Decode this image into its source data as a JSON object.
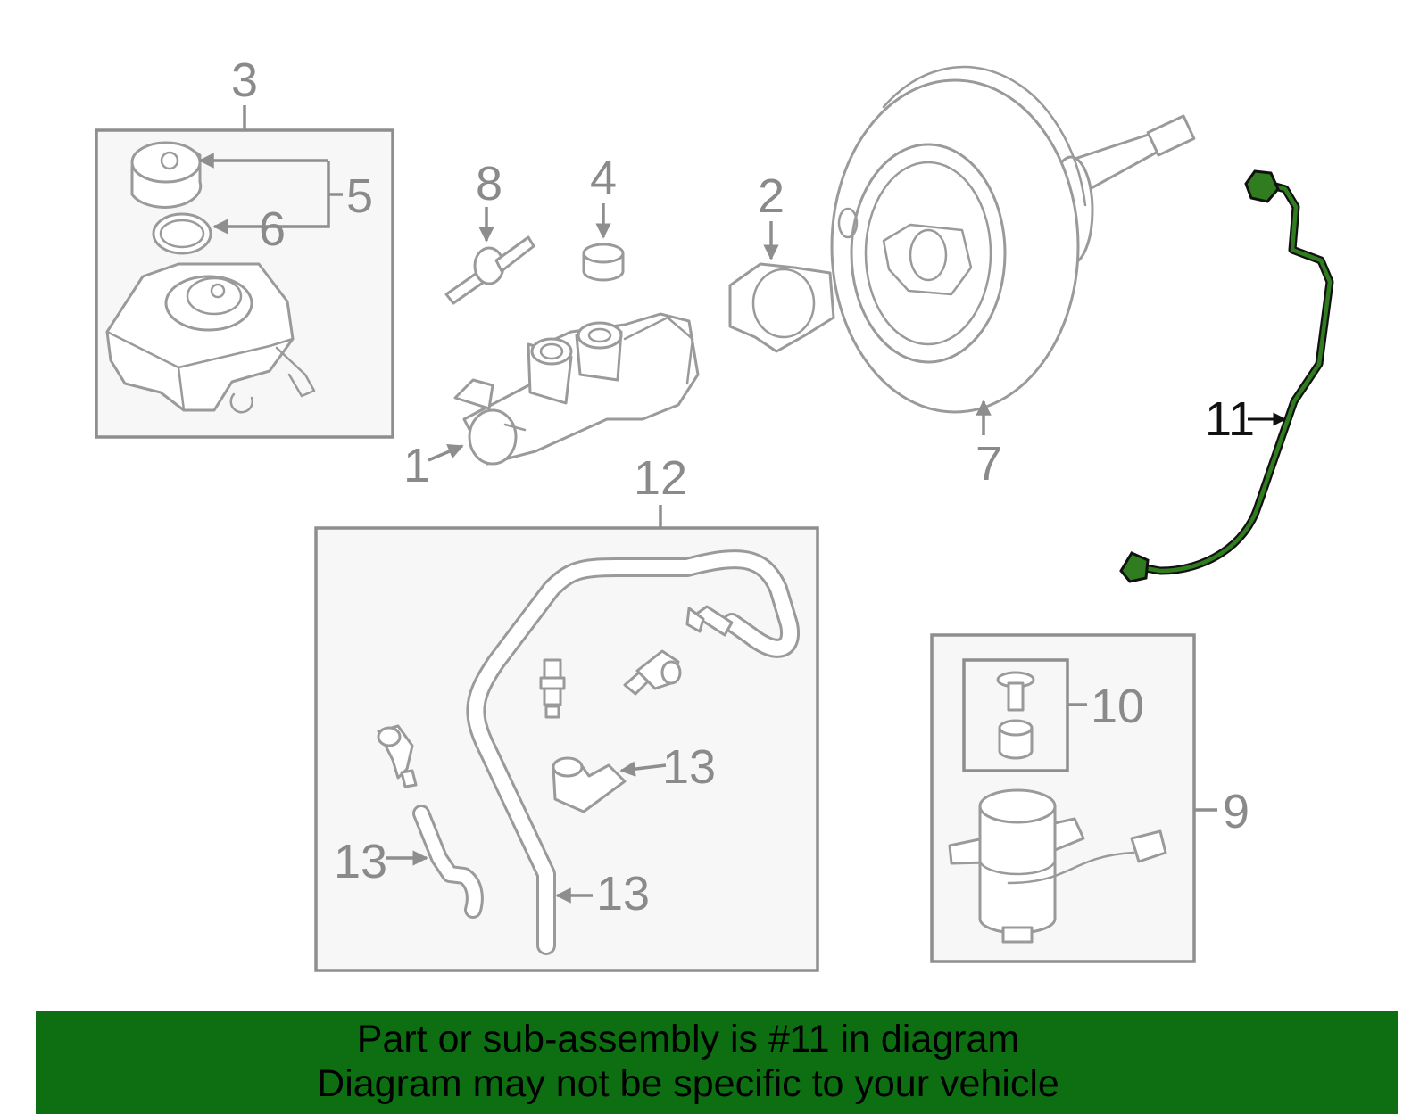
{
  "callouts": {
    "c1": "1",
    "c2": "2",
    "c3": "3",
    "c4": "4",
    "c5": "5",
    "c6": "6",
    "c7": "7",
    "c8": "8",
    "c9": "9",
    "c10": "10",
    "c11": "11",
    "c12": "12",
    "c13a": "13",
    "c13b": "13",
    "c13c": "13"
  },
  "highlight_color": "#2f7d1e",
  "banner": {
    "line1": "Part or sub-assembly is #11 in diagram",
    "line2": "Diagram may not be specific to your vehicle",
    "background": "#0d6f12"
  }
}
